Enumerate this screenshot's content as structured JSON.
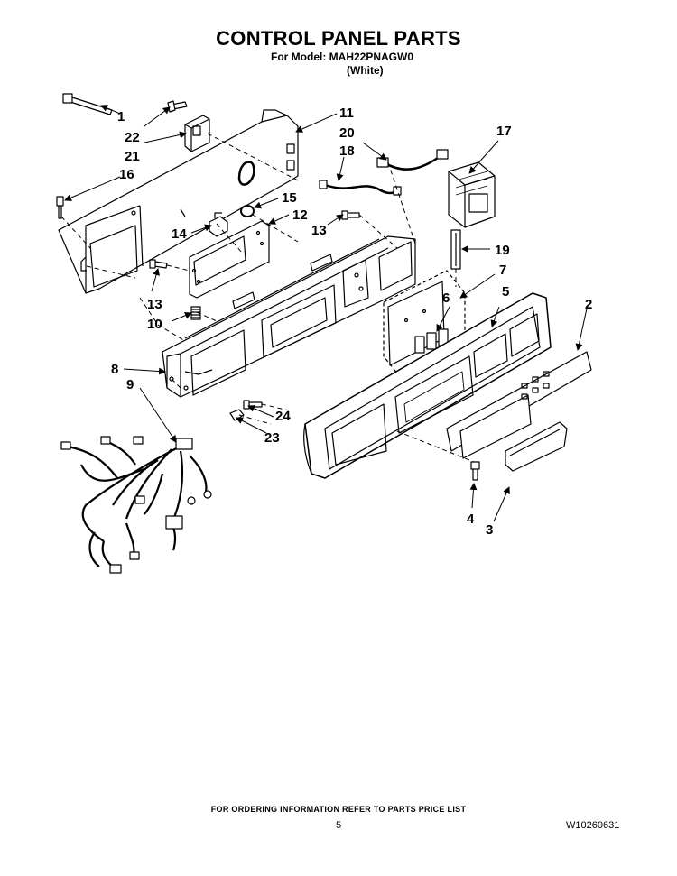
{
  "header": {
    "title": "CONTROL PANEL PARTS",
    "model_line": "For Model: MAH22PNAGW0",
    "color_line": "(White)"
  },
  "callouts": {
    "c1": "1",
    "c2": "2",
    "c3": "3",
    "c4": "4",
    "c5": "5",
    "c6": "6",
    "c7": "7",
    "c8": "8",
    "c9": "9",
    "c10": "10",
    "c11": "11",
    "c12": "12",
    "c13a": "13",
    "c13b": "13",
    "c14": "14",
    "c15": "15",
    "c16": "16",
    "c17": "17",
    "c18": "18",
    "c19": "19",
    "c20": "20",
    "c21": "21",
    "c22": "22",
    "c23": "23",
    "c24": "24"
  },
  "footer": {
    "ordering_note": "FOR ORDERING INFORMATION REFER TO PARTS PRICE LIST",
    "page_number": "5",
    "document_number": "W10260631"
  }
}
